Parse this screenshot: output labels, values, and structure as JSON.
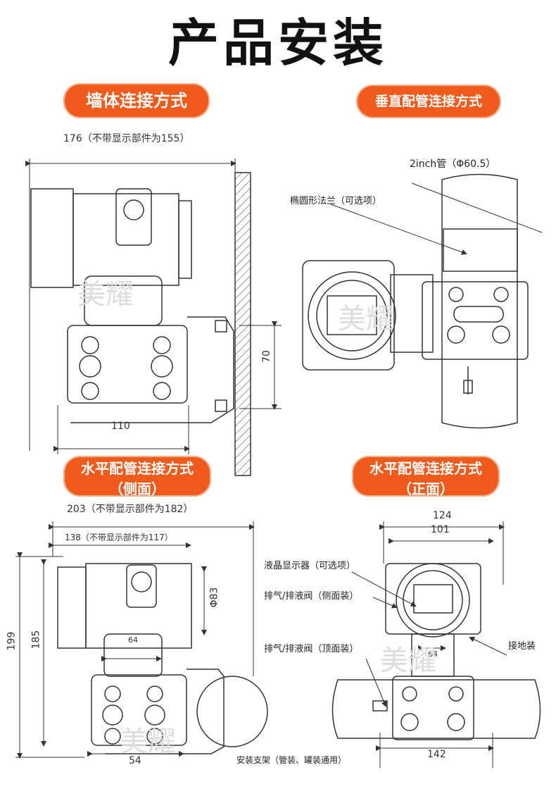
{
  "title": "产品安装",
  "sections": {
    "wall": "墙体连接方式",
    "vertical_pipe": "垂直配管连接方式",
    "horiz_side": [
      "水平配管连接方式",
      "（侧面）"
    ],
    "horiz_front": [
      "水平配管连接方式",
      "（正面）"
    ]
  },
  "wall_dims": {
    "top": "176（不带显示部件为155）",
    "height": "70",
    "bottom": "110"
  },
  "vertical_dims": {
    "pipe": "2inch管（Φ60.5）",
    "flange": "椭圆形法兰（可选项）"
  },
  "side_dims": {
    "top": "203（不带显示部件为182）",
    "sub": "138（不带显示部件为117）",
    "h1": "199",
    "h2": "185",
    "dia": "Φ83",
    "inner": "64",
    "bottom": "54"
  },
  "front_dims": {
    "w1": "124",
    "w2": "101",
    "inner": "64",
    "bottom": "142",
    "lcd": "液晶显示器（可选项）",
    "vent_side": "排气/排液阀（侧面装）",
    "vent_top": "排气/排液阀（顶面装）",
    "ground": "接地装",
    "bracket": "安装支架（管装、罐装通用）"
  },
  "watermark": "美耀",
  "colors": {
    "accent": "#f05a1a",
    "line": "#333333"
  }
}
